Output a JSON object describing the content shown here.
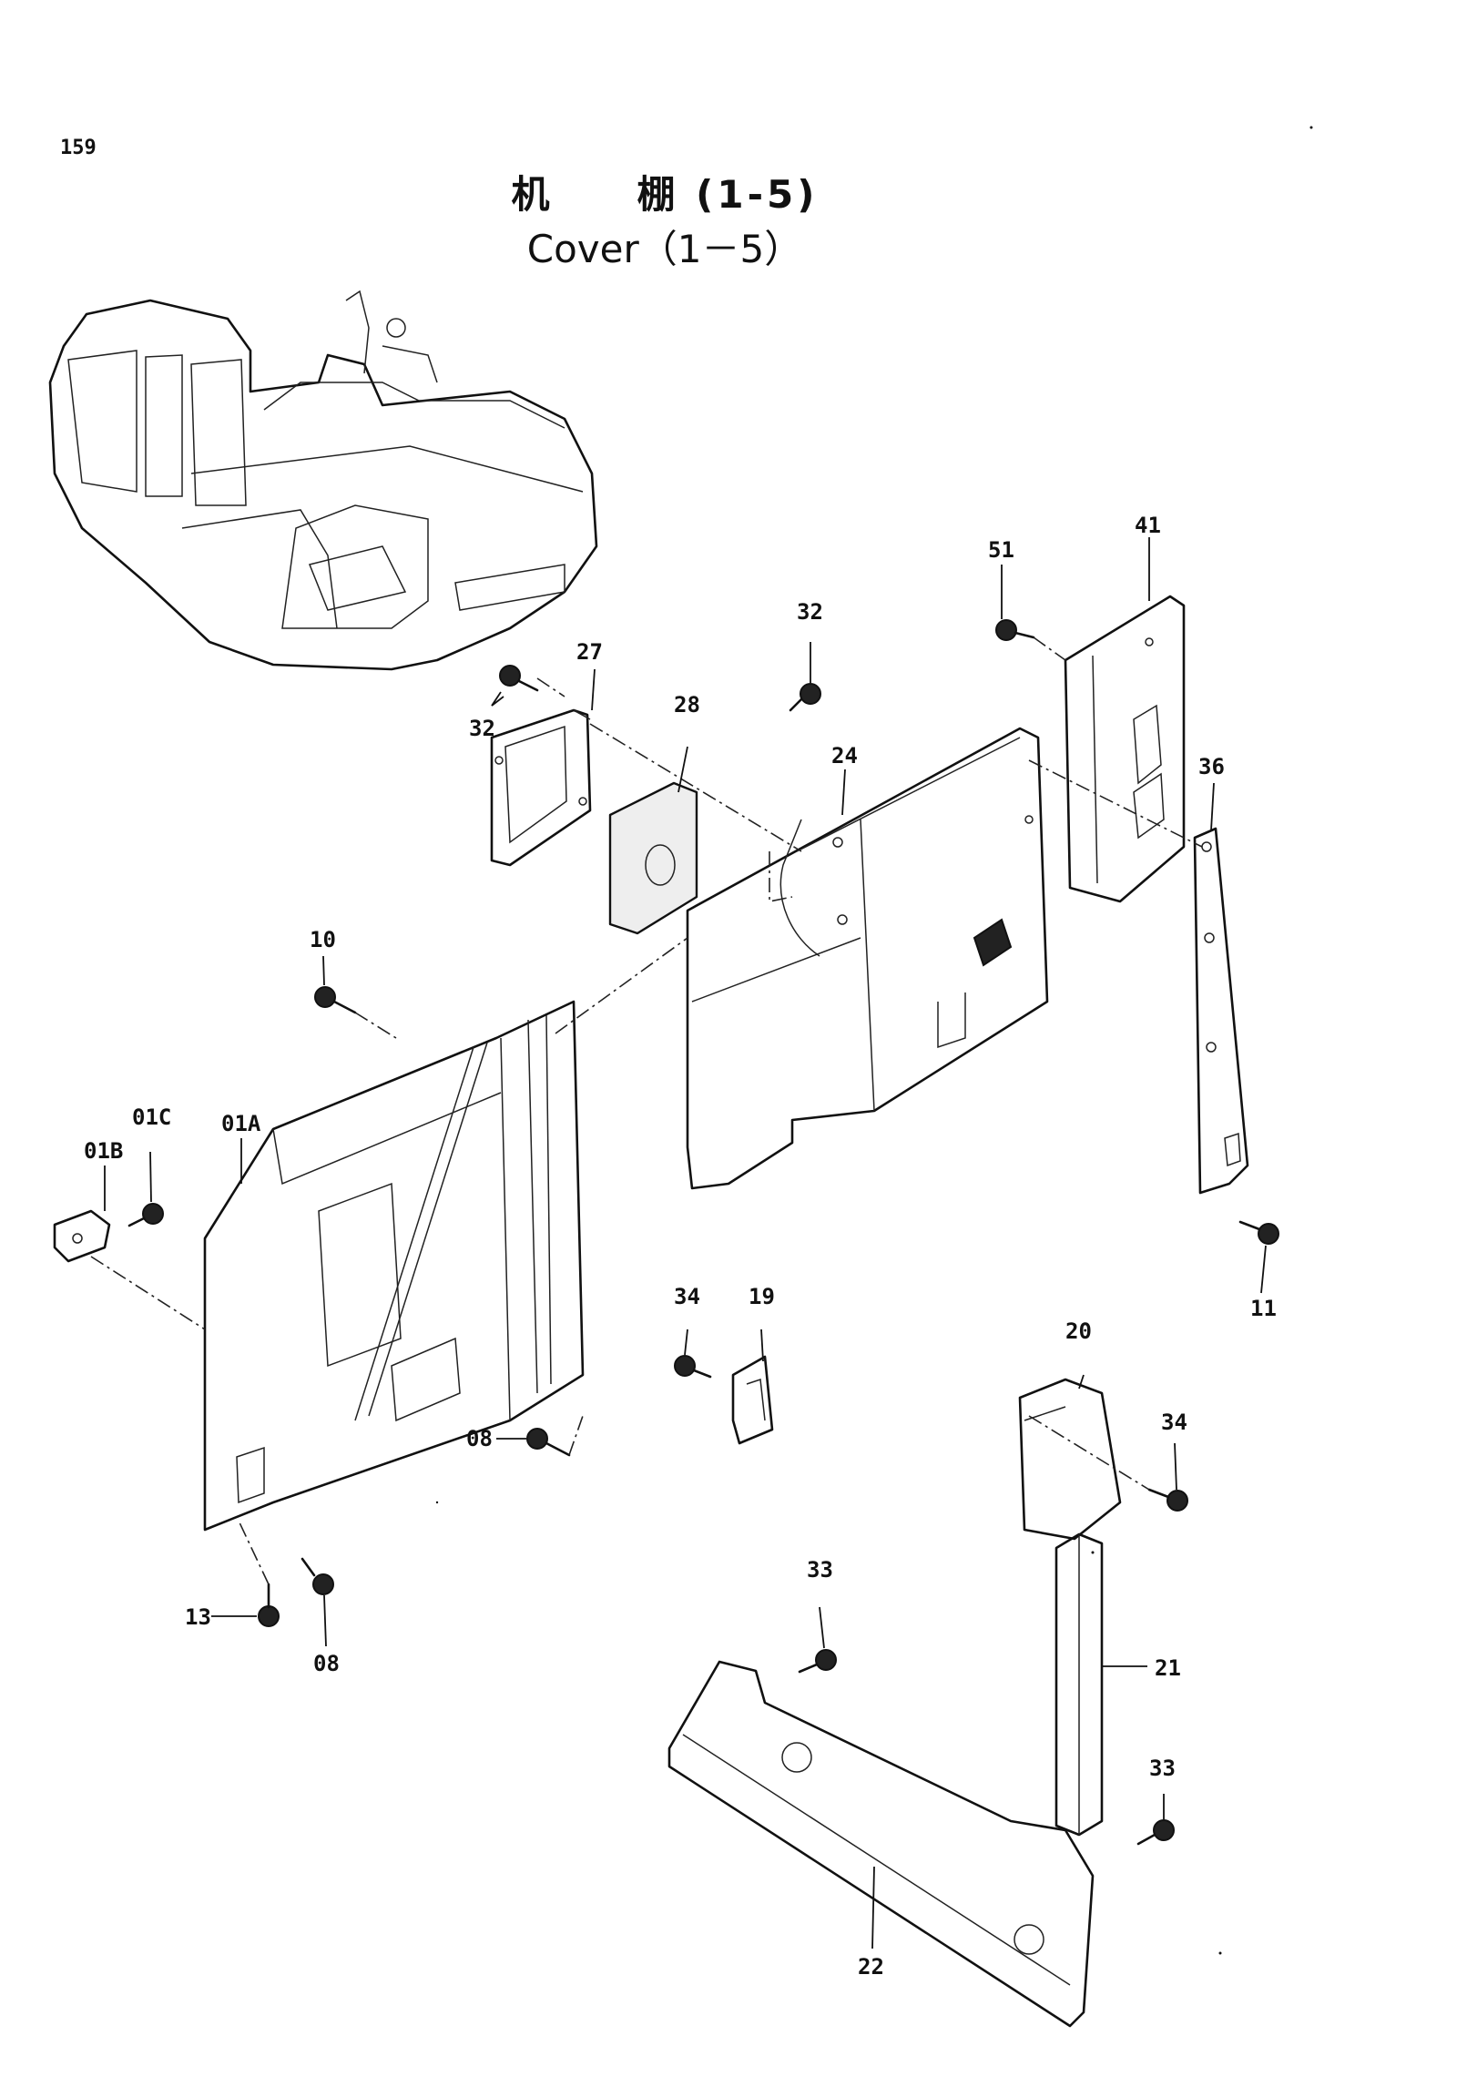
{
  "page": {
    "number": "159",
    "title_cn": "机　　棚 (1-5)",
    "title_en": "Cover（1－5）"
  },
  "callouts": {
    "c41": "41",
    "c51": "51",
    "c32a": "32",
    "c27": "27",
    "c32b": "32",
    "c28": "28",
    "c24": "24",
    "c36": "36",
    "c10": "10",
    "c01A": "01A",
    "c01C": "01C",
    "c01B": "01B",
    "c11": "11",
    "c34a": "34",
    "c19": "19",
    "c20": "20",
    "c34b": "34",
    "c08a": "08",
    "c13": "13",
    "c08b": "08",
    "c33a": "33",
    "c21": "21",
    "c33b": "33",
    "c22": "22"
  }
}
